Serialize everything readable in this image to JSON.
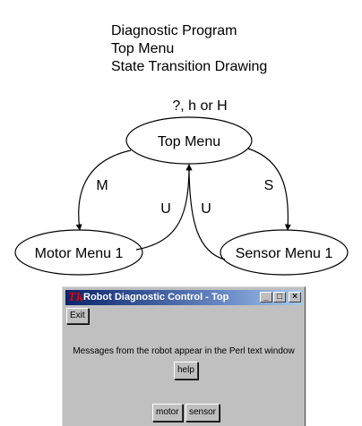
{
  "header": {
    "line1": "Diagnostic Program",
    "line2": "Top Menu",
    "line3": "State Transition Drawing"
  },
  "diagram": {
    "nodes": {
      "top": "Top Menu",
      "motor": "Motor Menu 1",
      "sensor": "Sensor Menu 1"
    },
    "edges": {
      "self_loop": "?, h or H",
      "to_motor": "M",
      "from_motor": "U",
      "from_sensor": "U",
      "to_sensor": "S"
    }
  },
  "window": {
    "logo": "Tk",
    "title": "Robot Diagnostic Control - Top",
    "minimize": "_",
    "maximize": "□",
    "close": "×",
    "exit_label": "Exit",
    "message": "Messages from the robot appear in the Perl text window",
    "help_label": "help",
    "motor_label": "motor",
    "sensor_label": "sensor"
  }
}
